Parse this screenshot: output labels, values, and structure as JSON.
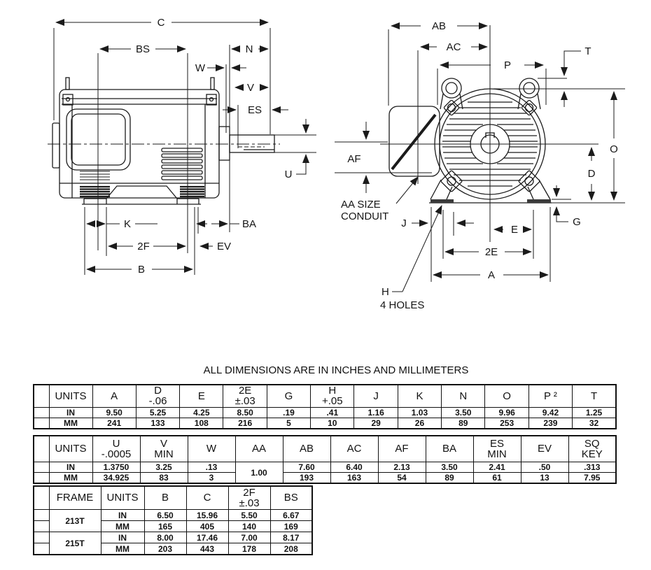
{
  "note": "ALL DIMENSIONS ARE IN INCHES AND MILLIMETERS",
  "ink_color": "#1b1b1b",
  "drawing": {
    "side": {
      "c": "C",
      "bs": "BS",
      "n": "N",
      "w": "W",
      "v": "V",
      "es": "ES",
      "u": "U",
      "k": "K",
      "f2": "2F",
      "ev": "EV",
      "b": "B",
      "ba": "BA"
    },
    "front": {
      "ab": "AB",
      "ac": "AC",
      "p": "P",
      "t": "T",
      "o": "O",
      "d": "D",
      "g": "G",
      "af": "AF",
      "j": "J",
      "e": "E",
      "e2": "2E",
      "a": "A",
      "h": "H",
      "holes": "4 HOLES",
      "aa1": "AA SIZE",
      "aa2": "CONDUIT"
    }
  },
  "tables": [
    {
      "name": "dimensions-table-1",
      "header": [
        "",
        "UNITS",
        "A",
        "D\n-.06",
        "E",
        "2E\n±.03",
        "G",
        "H\n+.05",
        "J",
        "K",
        "N",
        "O",
        "P ²",
        "T"
      ],
      "rows": [
        [
          "",
          "IN",
          "9.50",
          "5.25",
          "4.25",
          "8.50",
          ".19",
          ".41",
          "1.16",
          "1.03",
          "3.50",
          "9.96",
          "9.42",
          "1.25"
        ],
        [
          "",
          "MM",
          "241",
          "133",
          "108",
          "216",
          "5",
          "10",
          "29",
          "26",
          "89",
          "253",
          "239",
          "32"
        ]
      ]
    },
    {
      "name": "dimensions-table-2",
      "header": [
        "",
        "UNITS",
        "U\n-.0005",
        "V\nMIN",
        "W",
        "AA",
        "AB",
        "AC",
        "AF",
        "BA",
        "ES\nMIN",
        "EV",
        "SQ\nKEY"
      ],
      "rows": [
        [
          "",
          "IN",
          "1.3750",
          "3.25",
          ".13",
          {
            "t": "1.00",
            "rowspan": 2
          },
          "7.60",
          "6.40",
          "2.13",
          "3.50",
          "2.41",
          ".50",
          ".313"
        ],
        [
          "",
          "MM",
          "34.925",
          "83",
          "3",
          "193",
          "163",
          "54",
          "89",
          "61",
          "13",
          "7.95"
        ]
      ]
    },
    {
      "name": "frame-table",
      "header": [
        "",
        "FRAME",
        "UNITS",
        "B",
        "C",
        "2F\n±.03",
        "BS"
      ],
      "rows": [
        [
          "",
          {
            "t": "213T",
            "rowspan": 2
          },
          "IN",
          "6.50",
          "15.96",
          "5.50",
          "6.67"
        ],
        [
          "",
          "MM",
          "165",
          "405",
          "140",
          "169"
        ],
        [
          "",
          {
            "t": "215T",
            "rowspan": 2
          },
          "IN",
          "8.00",
          "17.46",
          "7.00",
          "8.17"
        ],
        [
          "",
          "MM",
          "203",
          "443",
          "178",
          "208"
        ]
      ]
    }
  ]
}
